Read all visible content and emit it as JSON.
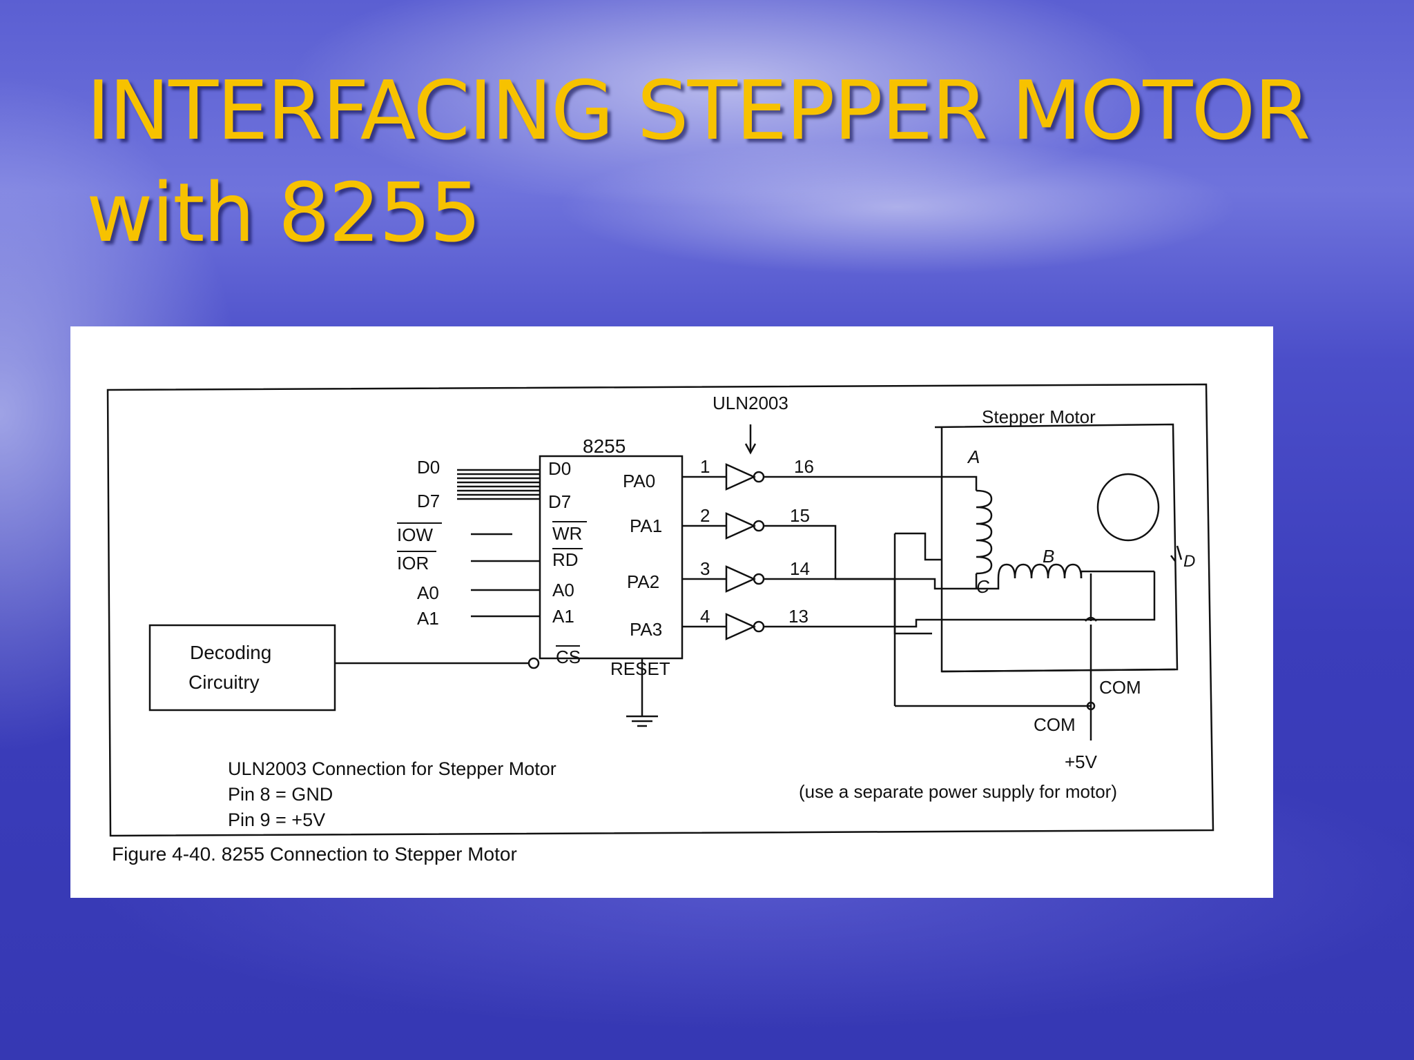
{
  "slide": {
    "title_line1": "INTERFACING STEPPER MOTOR",
    "title_line2": "with 8255"
  },
  "diagram": {
    "decoder_label_1": "Decoding",
    "decoder_label_2": "Circuitry",
    "chip_name": "8255",
    "bus_labels": [
      "D0",
      "D7",
      "IOW",
      "IOR",
      "A0",
      "A1"
    ],
    "chip_left_pins": [
      "D0",
      "D7",
      "WR",
      "RD",
      "A0",
      "A1",
      "CS"
    ],
    "chip_right_pins": [
      "PA0",
      "PA1",
      "PA2",
      "PA3",
      "RESET"
    ],
    "driver_name": "ULN2003",
    "driver_inputs": [
      "1",
      "2",
      "3",
      "4"
    ],
    "driver_outputs": [
      "16",
      "15",
      "14",
      "13"
    ],
    "motor_title": "Stepper Motor",
    "coil_labels": [
      "A",
      "B",
      "C",
      "D"
    ],
    "com_label_motor": "COM",
    "com_label_supply": "COM",
    "supply_label": "+5V",
    "supply_note": "(use a separate power supply for motor)",
    "notes": [
      "ULN2003 Connection for Stepper Motor",
      "Pin 8 = GND",
      "Pin 9 = +5V"
    ],
    "caption": "Figure 4-40. 8255 Connection to Stepper Motor"
  }
}
